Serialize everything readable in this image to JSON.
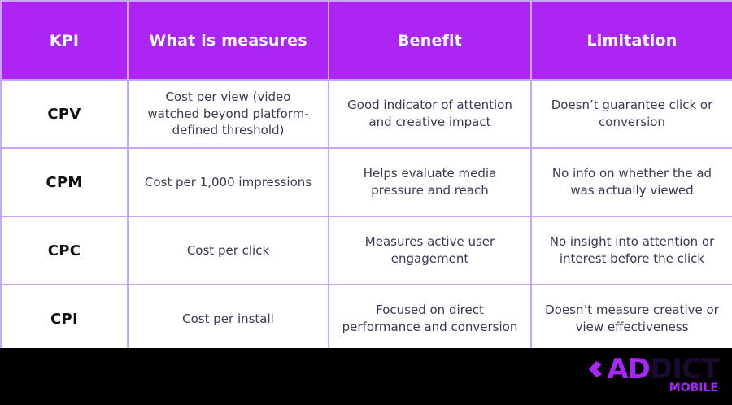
{
  "table": {
    "headers": [
      "KPI",
      "What is measures",
      "Benefit",
      "Limitation"
    ],
    "rows": [
      {
        "kpi": "CPV",
        "measures": "Cost per view (video watched beyond platform-defined threshold)",
        "benefit": "Good indicator of attention and creative impact",
        "limitation": "Doesn’t guarantee click or conversion"
      },
      {
        "kpi": "CPM",
        "measures": "Cost per 1,000 impressions",
        "benefit": "Helps evaluate media pressure and reach",
        "limitation": "No info on whether the ad was actually viewed"
      },
      {
        "kpi": "CPC",
        "measures": "Cost per click",
        "benefit": "Measures active user engagement",
        "limitation": "No insight into attention or interest before the click"
      },
      {
        "kpi": "CPI",
        "measures": "Cost per install",
        "benefit": "Focused on direct performance and conversion",
        "limitation": "Doesn’t measure creative or view effectiveness"
      }
    ]
  },
  "footer": {
    "logo": {
      "part1": "AD",
      "part2": "DICT",
      "subtitle": "MOBILE"
    }
  },
  "colors": {
    "header_purple": "#ac25f4",
    "border_lavender": "#c7a6fb",
    "body_text": "#3f3658",
    "kpi_text": "#111016",
    "footer_bg": "#000000",
    "logo_purple": "#a626f5",
    "logo_dark": "#1b0a2e"
  }
}
